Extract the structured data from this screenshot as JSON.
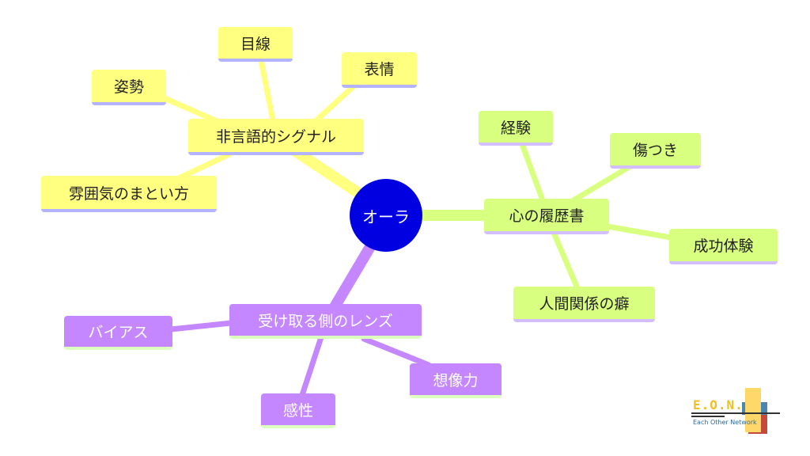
{
  "center": {
    "label": "オーラ",
    "color": "#0000e0"
  },
  "branches": [
    {
      "label": "非言語的シグナル",
      "color": "#ffff80",
      "children": [
        "目線",
        "表情",
        "姿勢",
        "雰囲気のまとい方"
      ]
    },
    {
      "label": "心の履歴書",
      "color": "#d9ff80",
      "children": [
        "経験",
        "傷つき",
        "成功体験",
        "人間関係の癖"
      ]
    },
    {
      "label": "受け取る側のレンズ",
      "color": "#c587ff",
      "children": [
        "バイアス",
        "想像力",
        "感性"
      ]
    }
  ],
  "logo": {
    "title": "E.O.N.",
    "subtitle": "Each Other Network"
  }
}
